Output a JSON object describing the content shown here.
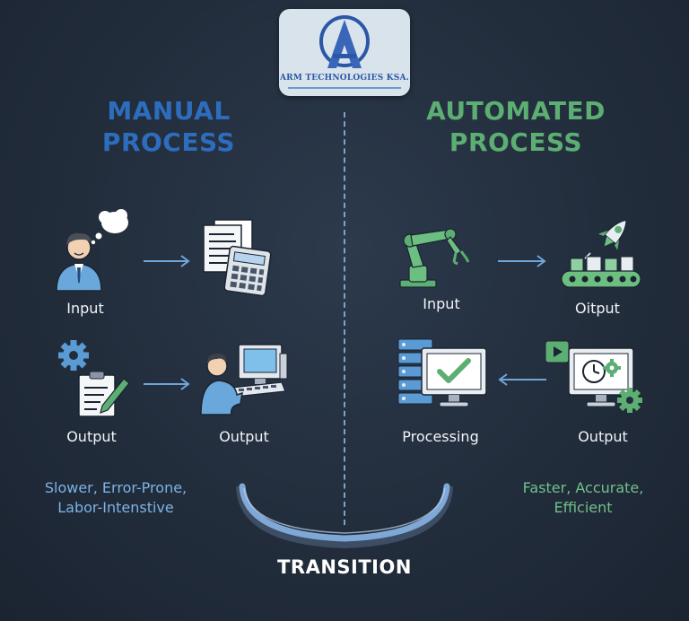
{
  "logo": {
    "company": "ARM TECHNOLOGIES KSA."
  },
  "manual": {
    "heading_line1": "MANUAL",
    "heading_line2": "PROCESS",
    "label_input": "Input",
    "label_output_left": "Output",
    "label_output_right": "Output",
    "summary_line1": "Slower, Error-Prone,",
    "summary_line2": "Labor-Intenstive"
  },
  "automated": {
    "heading_line1": "AUTOMATED",
    "heading_line2": "PROCESS",
    "label_input": "Input",
    "label_output_top": "Oitput",
    "label_processing": "Processing",
    "label_output_bottom": "Output",
    "summary_line1": "Faster, Accurate,",
    "summary_line2": "Efficient"
  },
  "transition": {
    "label": "TRANSITION"
  },
  "colors": {
    "background": "#222d3c",
    "manual_accent": "#2d6dbe",
    "automated_accent": "#5cae72",
    "arrow": "#6fa6da"
  },
  "icons": [
    "person-thinking-icon",
    "documents-calculator-icon",
    "gear-icon",
    "clipboard-pen-icon",
    "person-computer-icon",
    "robot-arm-icon",
    "rocket-conveyor-icon",
    "server-check-monitor-icon",
    "monitor-clock-gear-icon"
  ]
}
